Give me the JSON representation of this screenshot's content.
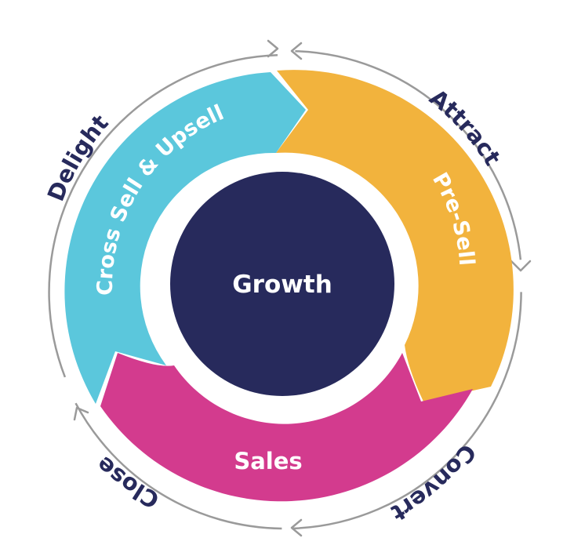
{
  "center": {
    "label": "Growth"
  },
  "segments": [
    {
      "id": "pre-sell",
      "label": "Pre-Sell",
      "color": "#f2b33d"
    },
    {
      "id": "sales",
      "label": "Sales",
      "color": "#d33b8e"
    },
    {
      "id": "cross-sell",
      "label": "Cross Sell & Upsell",
      "color": "#5bc7dc"
    }
  ],
  "stages": [
    "Attract",
    "Convert",
    "Close",
    "Delight"
  ],
  "colors": {
    "navy": "#272a5c",
    "ring": "#9a9a9a",
    "center": "#272a5c"
  }
}
